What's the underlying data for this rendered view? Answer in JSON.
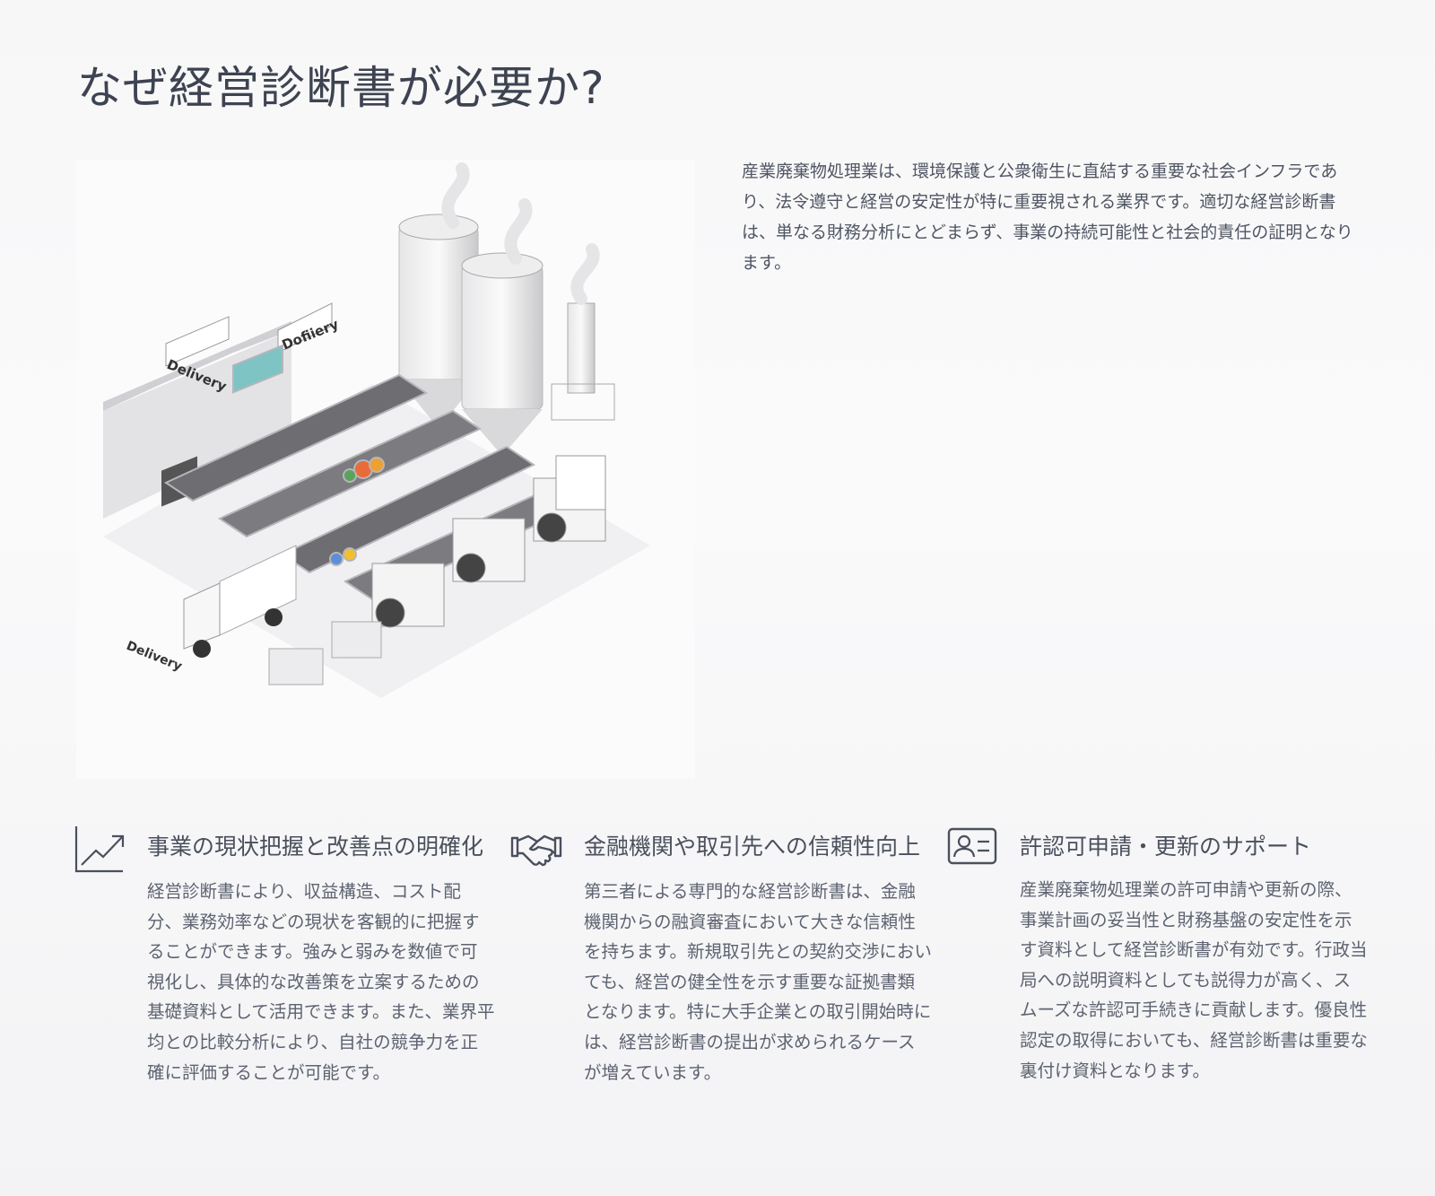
{
  "page": {
    "title": "なぜ経営診断書が必要か?",
    "intro": "産業廃棄物処理業は、環境保護と公衆衛生に直結する重要な社会インフラであり、法令遵守と経営の安定性が特に重要視される業界です。適切な経営診断書は、単なる財務分析にとどまらず、事業の持続可能性と社会的責任の証明となります。"
  },
  "illustration": {
    "labels": [
      "Delivery",
      "Dofiiery",
      "Delivery"
    ]
  },
  "features": [
    {
      "icon": "trending-up-chart-icon",
      "title": "事業の現状把握と改善点の明確化",
      "body": "経営診断書により、収益構造、コスト配分、業務効率などの現状を客観的に把握することができます。強みと弱みを数値で可視化し、具体的な改善策を立案するための基礎資料として活用できます。また、業界平均との比較分析により、自社の競争力を正確に評価することが可能です。"
    },
    {
      "icon": "handshake-icon",
      "title": "金融機関や取引先への信頼性向上",
      "body": "第三者による専門的な経営診断書は、金融機関からの融資審査において大きな信頼性を持ちます。新規取引先との契約交渉においても、経営の健全性を示す重要な証拠書類となります。特に大手企業との取引開始時には、経営診断書の提出が求められるケースが増えています。"
    },
    {
      "icon": "id-card-icon",
      "title": "許認可申請・更新のサポート",
      "body": "産業廃棄物処理業の許可申請や更新の際、事業計画の妥当性と財務基盤の安定性を示す資料として経営診断書が有効です。行政当局への説明資料としても説得力が高く、スムーズな許認可手続きに貢献します。優良性認定の取得においても、経営診断書は重要な裏付け資料となります。"
    }
  ]
}
